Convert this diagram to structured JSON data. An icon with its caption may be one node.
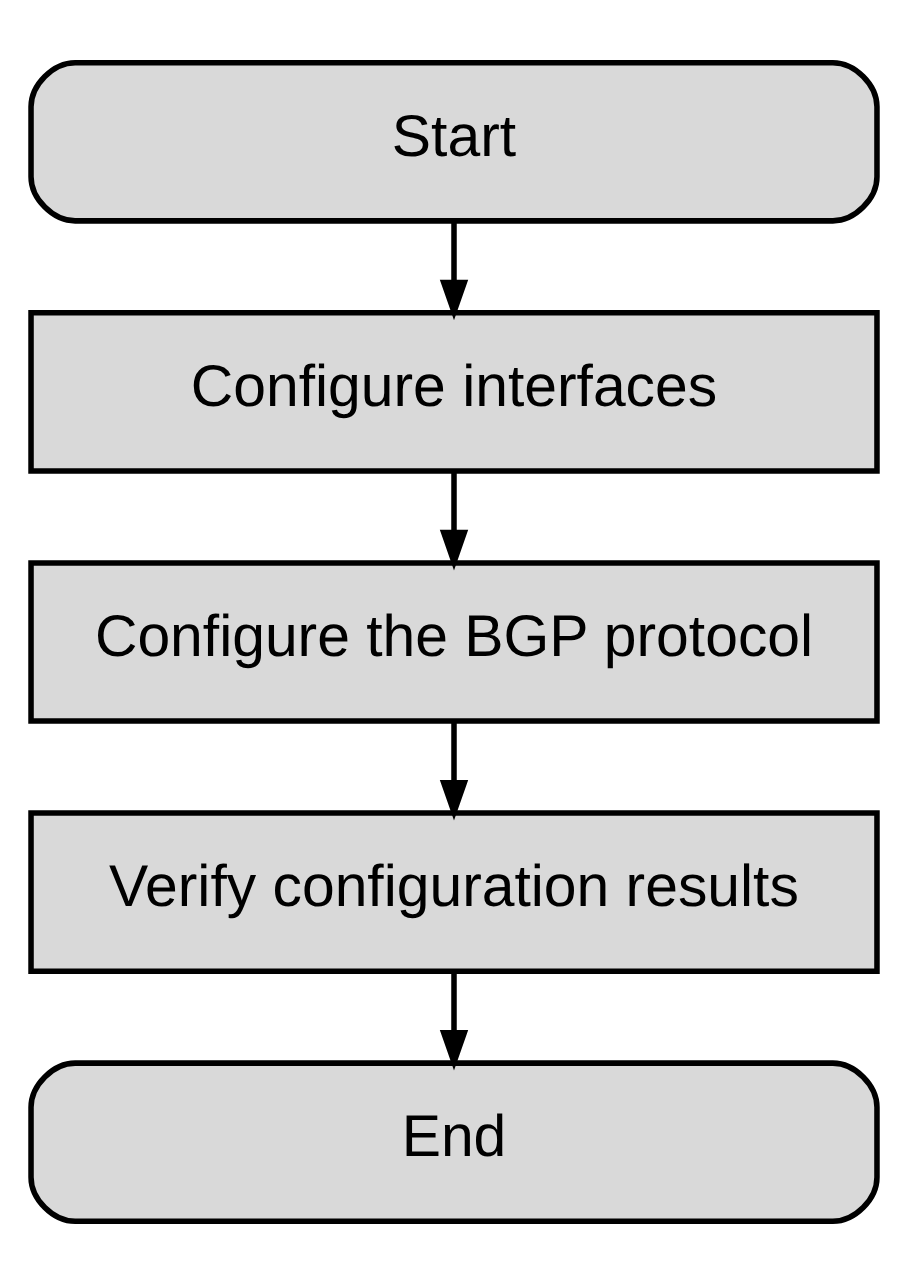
{
  "diagram": {
    "nodes": [
      {
        "text": [
          "Start"
        ]
      },
      {
        "text": [
          "Configure interfaces"
        ]
      },
      {
        "text": [
          "Configure the BGP protocol"
        ]
      },
      {
        "text": [
          "Verify configuration results"
        ]
      },
      {
        "text": [
          "End"
        ]
      }
    ],
    "edges": [
      {
        "from": 0,
        "to": 1,
        "arrow": "to"
      },
      {
        "from": 1,
        "to": 2,
        "arrow": "to"
      },
      {
        "from": 2,
        "to": 3,
        "arrow": "to"
      },
      {
        "from": 3,
        "to": 4,
        "arrow": "to"
      }
    ]
  }
}
